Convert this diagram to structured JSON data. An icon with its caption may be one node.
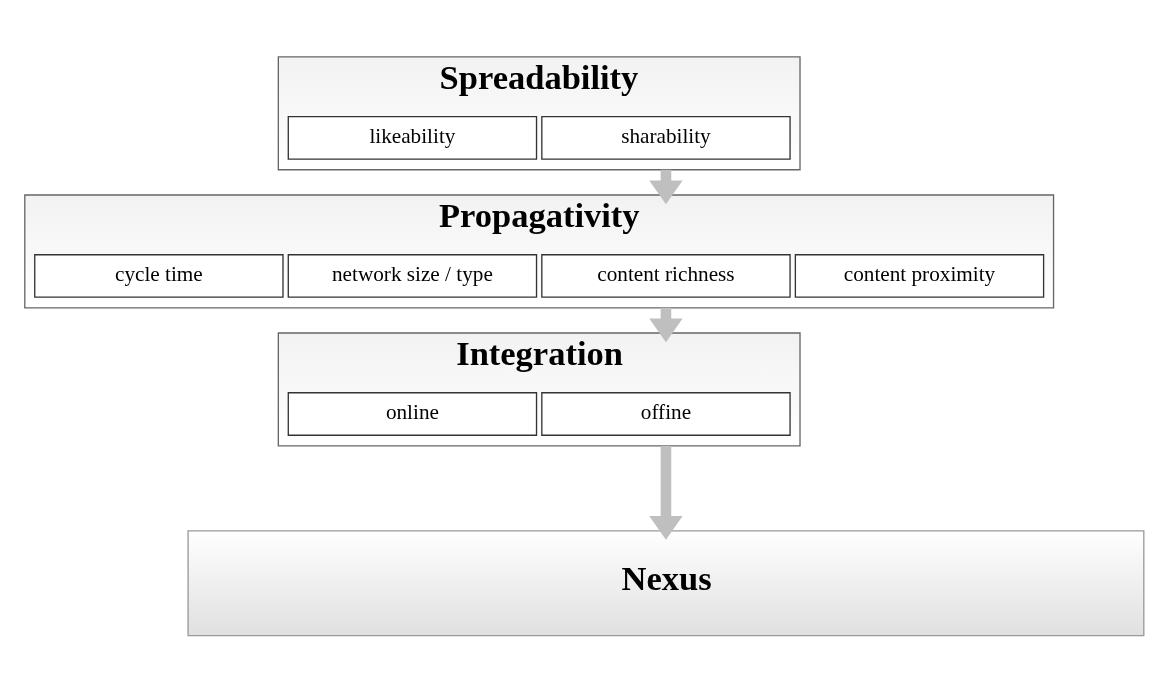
{
  "diagram": {
    "nodes": [
      {
        "text": [
          "Spreadability"
        ]
      },
      {
        "text": [
          "likeability"
        ],
        "in": 0
      },
      {
        "text": [
          "sharability"
        ],
        "in": 0
      },
      {
        "text": [
          "Propagativity"
        ]
      },
      {
        "text": [
          "cycle time"
        ],
        "in": 3
      },
      {
        "text": [
          "network size / type"
        ],
        "in": 3
      },
      {
        "text": [
          "content richness"
        ],
        "in": 3
      },
      {
        "text": [
          "content proximity"
        ],
        "in": 3
      },
      {
        "text": [
          "Integration"
        ]
      },
      {
        "text": [
          "online"
        ],
        "in": 8
      },
      {
        "text": [
          "offine"
        ],
        "in": 8
      },
      {
        "text": [
          "Nexus"
        ]
      }
    ],
    "edges": [
      {
        "from": 0,
        "to": 3,
        "arrow": "to"
      },
      {
        "from": 3,
        "to": 8,
        "arrow": "to"
      },
      {
        "from": 8,
        "to": 11,
        "arrow": "to"
      }
    ]
  }
}
